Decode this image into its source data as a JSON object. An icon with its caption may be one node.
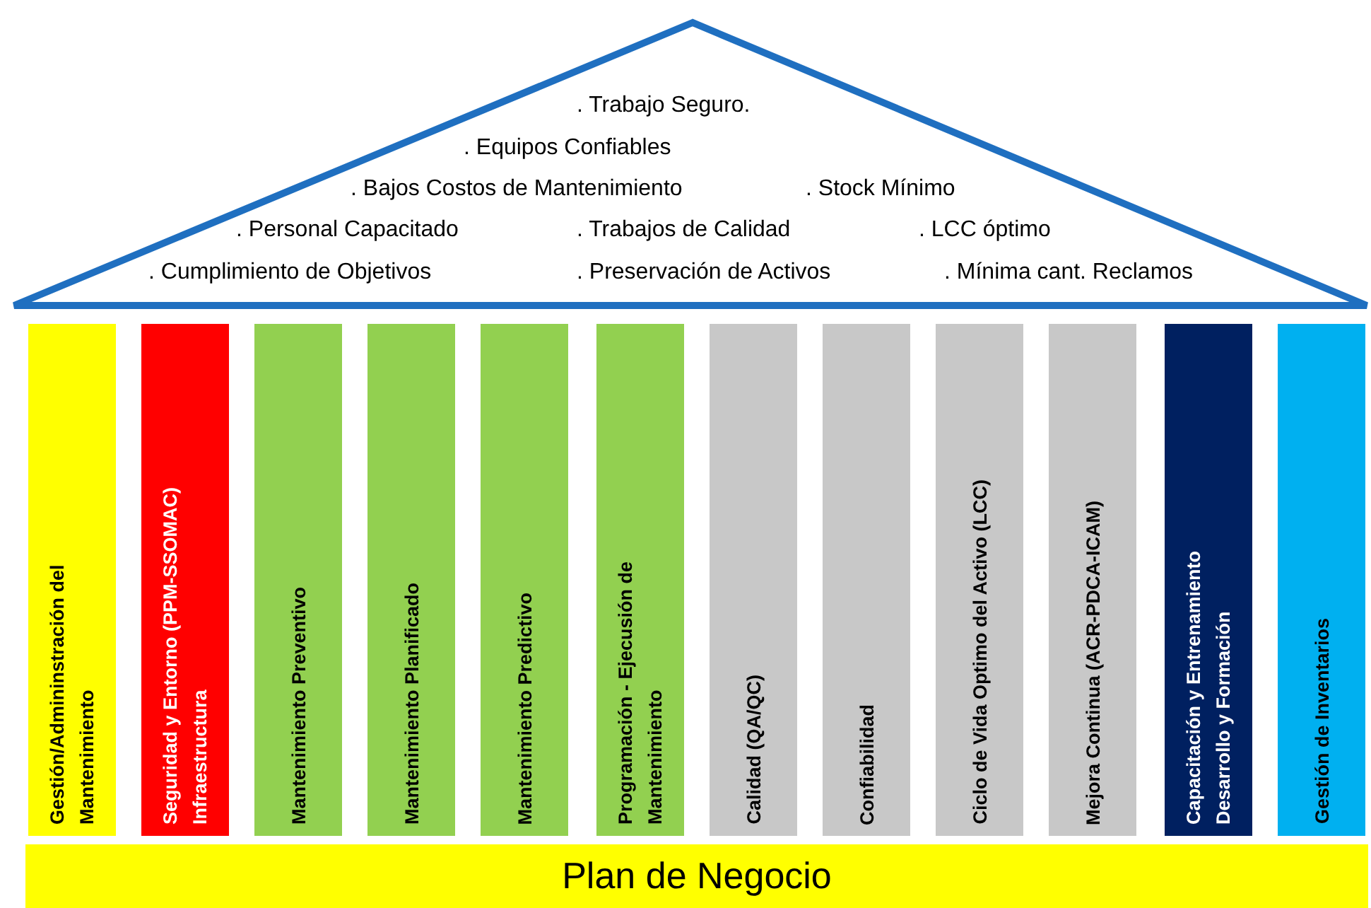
{
  "diagram": {
    "nodes": [
      {
        "text": [
          ". Trabajo Seguro.",
          ". Equipos Confiables",
          ". Bajos Costos de Mantenimiento",
          ". Stock Mínimo",
          ". Personal Capacitado",
          ". Trabajos de Calidad",
          ". LCC óptimo",
          ". Cumplimiento de Objetivos",
          ". Preservación de Activos",
          ". Mínima cant. Reclamos"
        ]
      },
      {
        "text": [
          "Gestión/Admininstración del Mantenimiento"
        ]
      },
      {
        "text": [
          "Seguridad y Entorno (PPM-SSOMAC) Infraestructura"
        ]
      },
      {
        "text": [
          "Mantenimiento Preventivo"
        ]
      },
      {
        "text": [
          "Mantenimiento Planificado"
        ]
      },
      {
        "text": [
          "Mantenimiento Predictivo"
        ]
      },
      {
        "text": [
          "Programación - Ejecusión de Mantenimiento"
        ]
      },
      {
        "text": [
          "Calidad (QA/QC)"
        ]
      },
      {
        "text": [
          "Confiabilidad"
        ]
      },
      {
        "text": [
          "Ciclo de Vida Optimo del Activo (LCC)"
        ]
      },
      {
        "text": [
          "Mejora Continua (ACR-PDCA-ICAM)"
        ]
      },
      {
        "text": [
          "Capacitación y Entrenamiento Desarrollo y Formación"
        ]
      },
      {
        "text": [
          "Gestión de Inventarios"
        ]
      },
      {
        "text": [
          "Plan de Negocio"
        ]
      }
    ]
  }
}
